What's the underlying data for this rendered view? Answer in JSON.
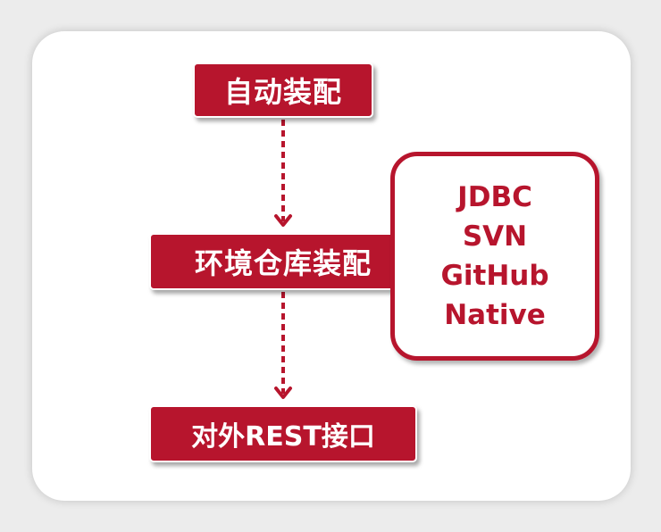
{
  "diagram": {
    "steps": [
      {
        "label": "自动装配"
      },
      {
        "label": "环境仓库装配"
      },
      {
        "label": "对外REST接口"
      }
    ],
    "repositories": [
      "JDBC",
      "SVN",
      "GitHub",
      "Native"
    ],
    "colors": {
      "accent": "#b7152d",
      "background": "#ececec",
      "card": "#ffffff"
    }
  }
}
